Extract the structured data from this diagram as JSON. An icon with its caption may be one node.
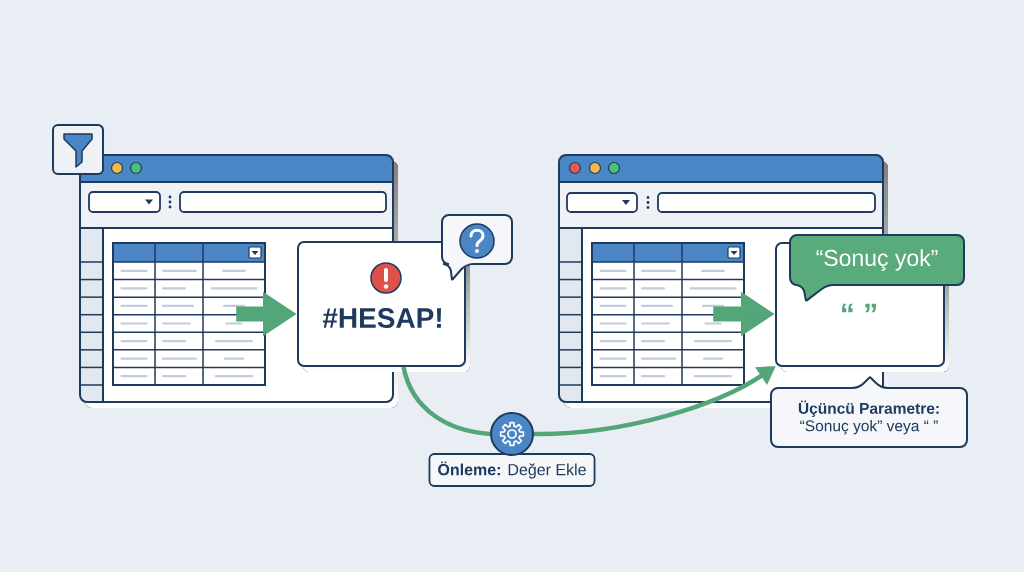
{
  "diagram": {
    "nodes": [
      {
        "text": [],
        "shape": "window"
      },
      {
        "text": [],
        "shape": "table",
        "in": 0
      },
      {
        "text": [
          "#HESAP!"
        ]
      },
      {
        "text": [],
        "shape": "window"
      },
      {
        "text": [],
        "shape": "table",
        "in": 3
      },
      {
        "text": [
          "“ ”"
        ]
      },
      {
        "text": [
          "“Sonuç yok”"
        ]
      },
      {
        "text": [
          "Üçüncü Parametre:",
          "“Sonuç yok” veya “ ”"
        ]
      },
      {
        "text": [],
        "shape": "circle",
        "beside": [
          "**Önleme:** Değer Ekle"
        ]
      }
    ],
    "edges": [
      {
        "from": 1,
        "to": 2,
        "arrow": "to",
        "style": "thick"
      },
      {
        "from": 4,
        "to": 5,
        "arrow": "to",
        "style": "thick"
      },
      {
        "from": 2,
        "to": 8,
        "arrow": "none"
      },
      {
        "from": 8,
        "to": 5,
        "arrow": "to"
      }
    ]
  }
}
